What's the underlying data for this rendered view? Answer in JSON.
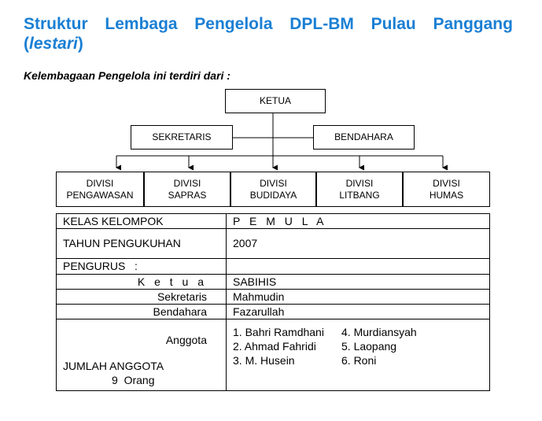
{
  "title": {
    "line1_words": [
      "Struktur",
      "Lembaga",
      "Pengelola",
      "DPL-BM",
      "Pulau",
      "Panggang"
    ],
    "line2_open": "(",
    "line2_italic": "lestari",
    "line2_close": ")"
  },
  "subtitle": "Kelembagaan Pengelola ini terdiri dari :",
  "org_chart": {
    "top": "KETUA",
    "left": "SEKRETARIS",
    "right": "BENDAHARA",
    "divisions": [
      {
        "line1": "DIVISI",
        "line2": "PENGAWASAN"
      },
      {
        "line1": "DIVISI",
        "line2": "SAPRAS"
      },
      {
        "line1": "DIVISI",
        "line2": "BUDIDAYA"
      },
      {
        "line1": "DIVISI",
        "line2": "LITBANG"
      },
      {
        "line1": "DIVISI",
        "line2": "HUMAS"
      }
    ]
  },
  "table": {
    "kelas_label": "KELAS KELOMPOK",
    "kelas_value": "P E M U L A",
    "tahun_label": "TAHUN PENGUKUHAN",
    "tahun_value": "2007",
    "pengurus_label": "PENGURUS   :",
    "ketua_label": "K e t u a",
    "ketua_value": "SABIHIS",
    "sekretaris_label": "Sekretaris",
    "sekretaris_value": "Mahmudin",
    "bendahara_label": "Bendahara",
    "bendahara_value": "Fazarullah",
    "anggota_label": "Anggota",
    "jumlah_label": "JUMLAH ANGGOTA",
    "jumlah_value": "9  Orang",
    "members": [
      "1. Bahri Ramdhani",
      "4. Murdiansyah",
      "2. Ahmad Fahridi",
      "5. Laopang",
      "3. M. Husein",
      "6. Roni"
    ]
  }
}
